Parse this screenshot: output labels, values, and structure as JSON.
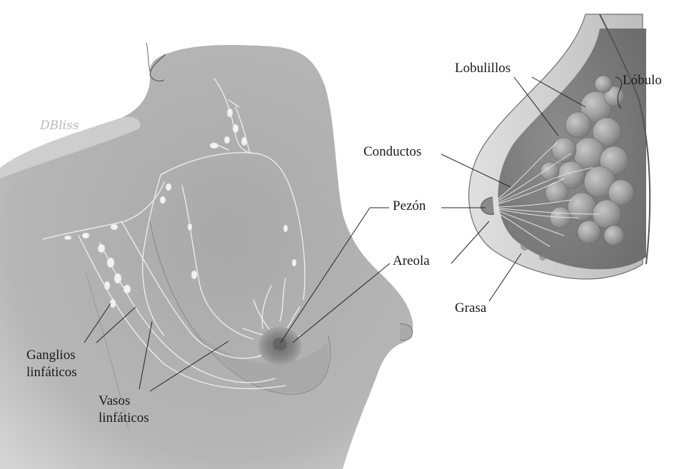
{
  "signature": "DBliss",
  "labels": {
    "lobulillos": "Lobulillos",
    "lobulo": "Lóbulo",
    "conductos": "Conductos",
    "pezon": "Pezón",
    "areola": "Areola",
    "grasa": "Grasa",
    "ganglios_line1": "Ganglios",
    "ganglios_line2": "linfáticos",
    "vasos_line1": "Vasos",
    "vasos_line2": "linfáticos"
  }
}
